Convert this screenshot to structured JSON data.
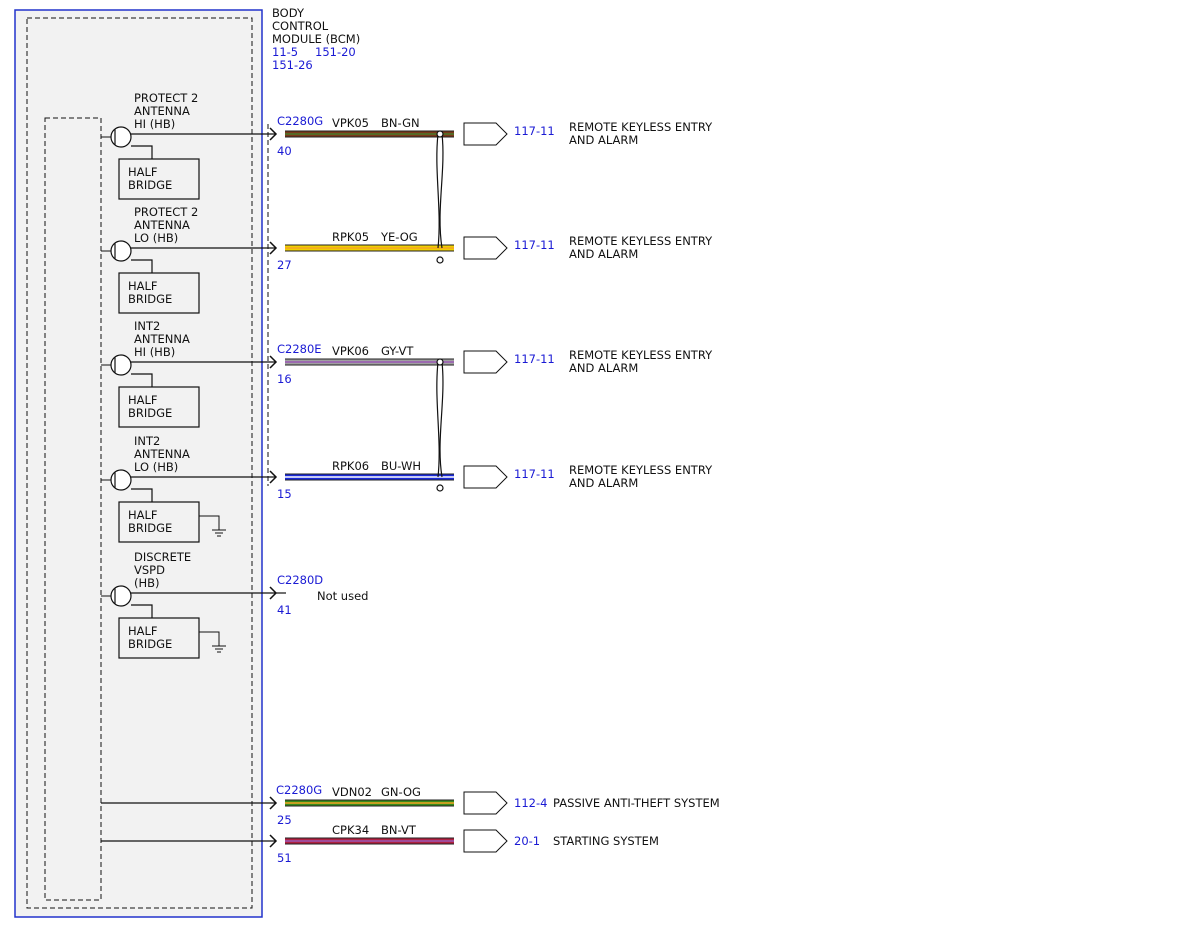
{
  "module": {
    "title_lines": [
      "BODY",
      "CONTROL",
      "MODULE (BCM)"
    ],
    "refs": [
      "11-5",
      "151-20",
      "151-26"
    ]
  },
  "circuits": [
    {
      "label_lines": [
        "PROTECT 2",
        "ANTENNA",
        "HI (HB)"
      ],
      "block_lines": [
        "HALF",
        "BRIDGE"
      ],
      "ground": false,
      "connector": "C2280G",
      "pin": "40",
      "circuit": "VPK05",
      "color_code": "BN-GN",
      "wire_color": "#7a3a1a",
      "stripe_color": "#4a7a2a",
      "ref": "117-11",
      "dest_lines": [
        "REMOTE KEYLESS ENTRY",
        "AND ALARM"
      ]
    },
    {
      "label_lines": [
        "PROTECT 2",
        "ANTENNA",
        "LO (HB)"
      ],
      "block_lines": [
        "HALF",
        "BRIDGE"
      ],
      "ground": false,
      "connector": "",
      "pin": "27",
      "circuit": "RPK05",
      "color_code": "YE-OG",
      "wire_color": "#f0d000",
      "stripe_color": "#f5a623",
      "ref": "117-11",
      "dest_lines": [
        "REMOTE KEYLESS ENTRY",
        "AND ALARM"
      ]
    },
    {
      "label_lines": [
        "INT2",
        "ANTENNA",
        "HI (HB)"
      ],
      "block_lines": [
        "HALF",
        "BRIDGE"
      ],
      "ground": false,
      "connector": "C2280E",
      "pin": "16",
      "circuit": "VPK06",
      "color_code": "GY-VT",
      "wire_color": "#a0a0a0",
      "stripe_color": "#9b59b6",
      "ref": "117-11",
      "dest_lines": [
        "REMOTE KEYLESS ENTRY",
        "AND ALARM"
      ]
    },
    {
      "label_lines": [
        "INT2",
        "ANTENNA",
        "LO (HB)"
      ],
      "block_lines": [
        "HALF",
        "BRIDGE"
      ],
      "ground": true,
      "connector": "",
      "pin": "15",
      "circuit": "RPK06",
      "color_code": "BU-WH",
      "wire_color": "#1a2ad8",
      "stripe_color": "#ffffff",
      "ref": "117-11",
      "dest_lines": [
        "REMOTE KEYLESS ENTRY",
        "AND ALARM"
      ]
    },
    {
      "label_lines": [
        "DISCRETE",
        "VSPD",
        "(HB)"
      ],
      "block_lines": [
        "HALF",
        "BRIDGE"
      ],
      "ground": true,
      "connector": "C2280D",
      "pin": "41",
      "not_used": "Not used"
    }
  ],
  "direct_circuits": [
    {
      "connector": "C2280G",
      "pin": "25",
      "circuit": "VDN02",
      "color_code": "GN-OG",
      "wire_color": "#3a8a1a",
      "stripe_color": "#f5a623",
      "ref": "112-4",
      "dest": "PASSIVE ANTI-THEFT SYSTEM"
    },
    {
      "connector": "",
      "pin": "51",
      "circuit": "CPK34",
      "color_code": "BN-VT",
      "wire_color": "#b02040",
      "stripe_color": "#9b59b6",
      "ref": "20-1",
      "dest": "STARTING SYSTEM"
    }
  ],
  "colors": {
    "module_border": "#2233cc",
    "module_fill": "#f2f2f2",
    "ref_text": "#1a1ad4"
  }
}
